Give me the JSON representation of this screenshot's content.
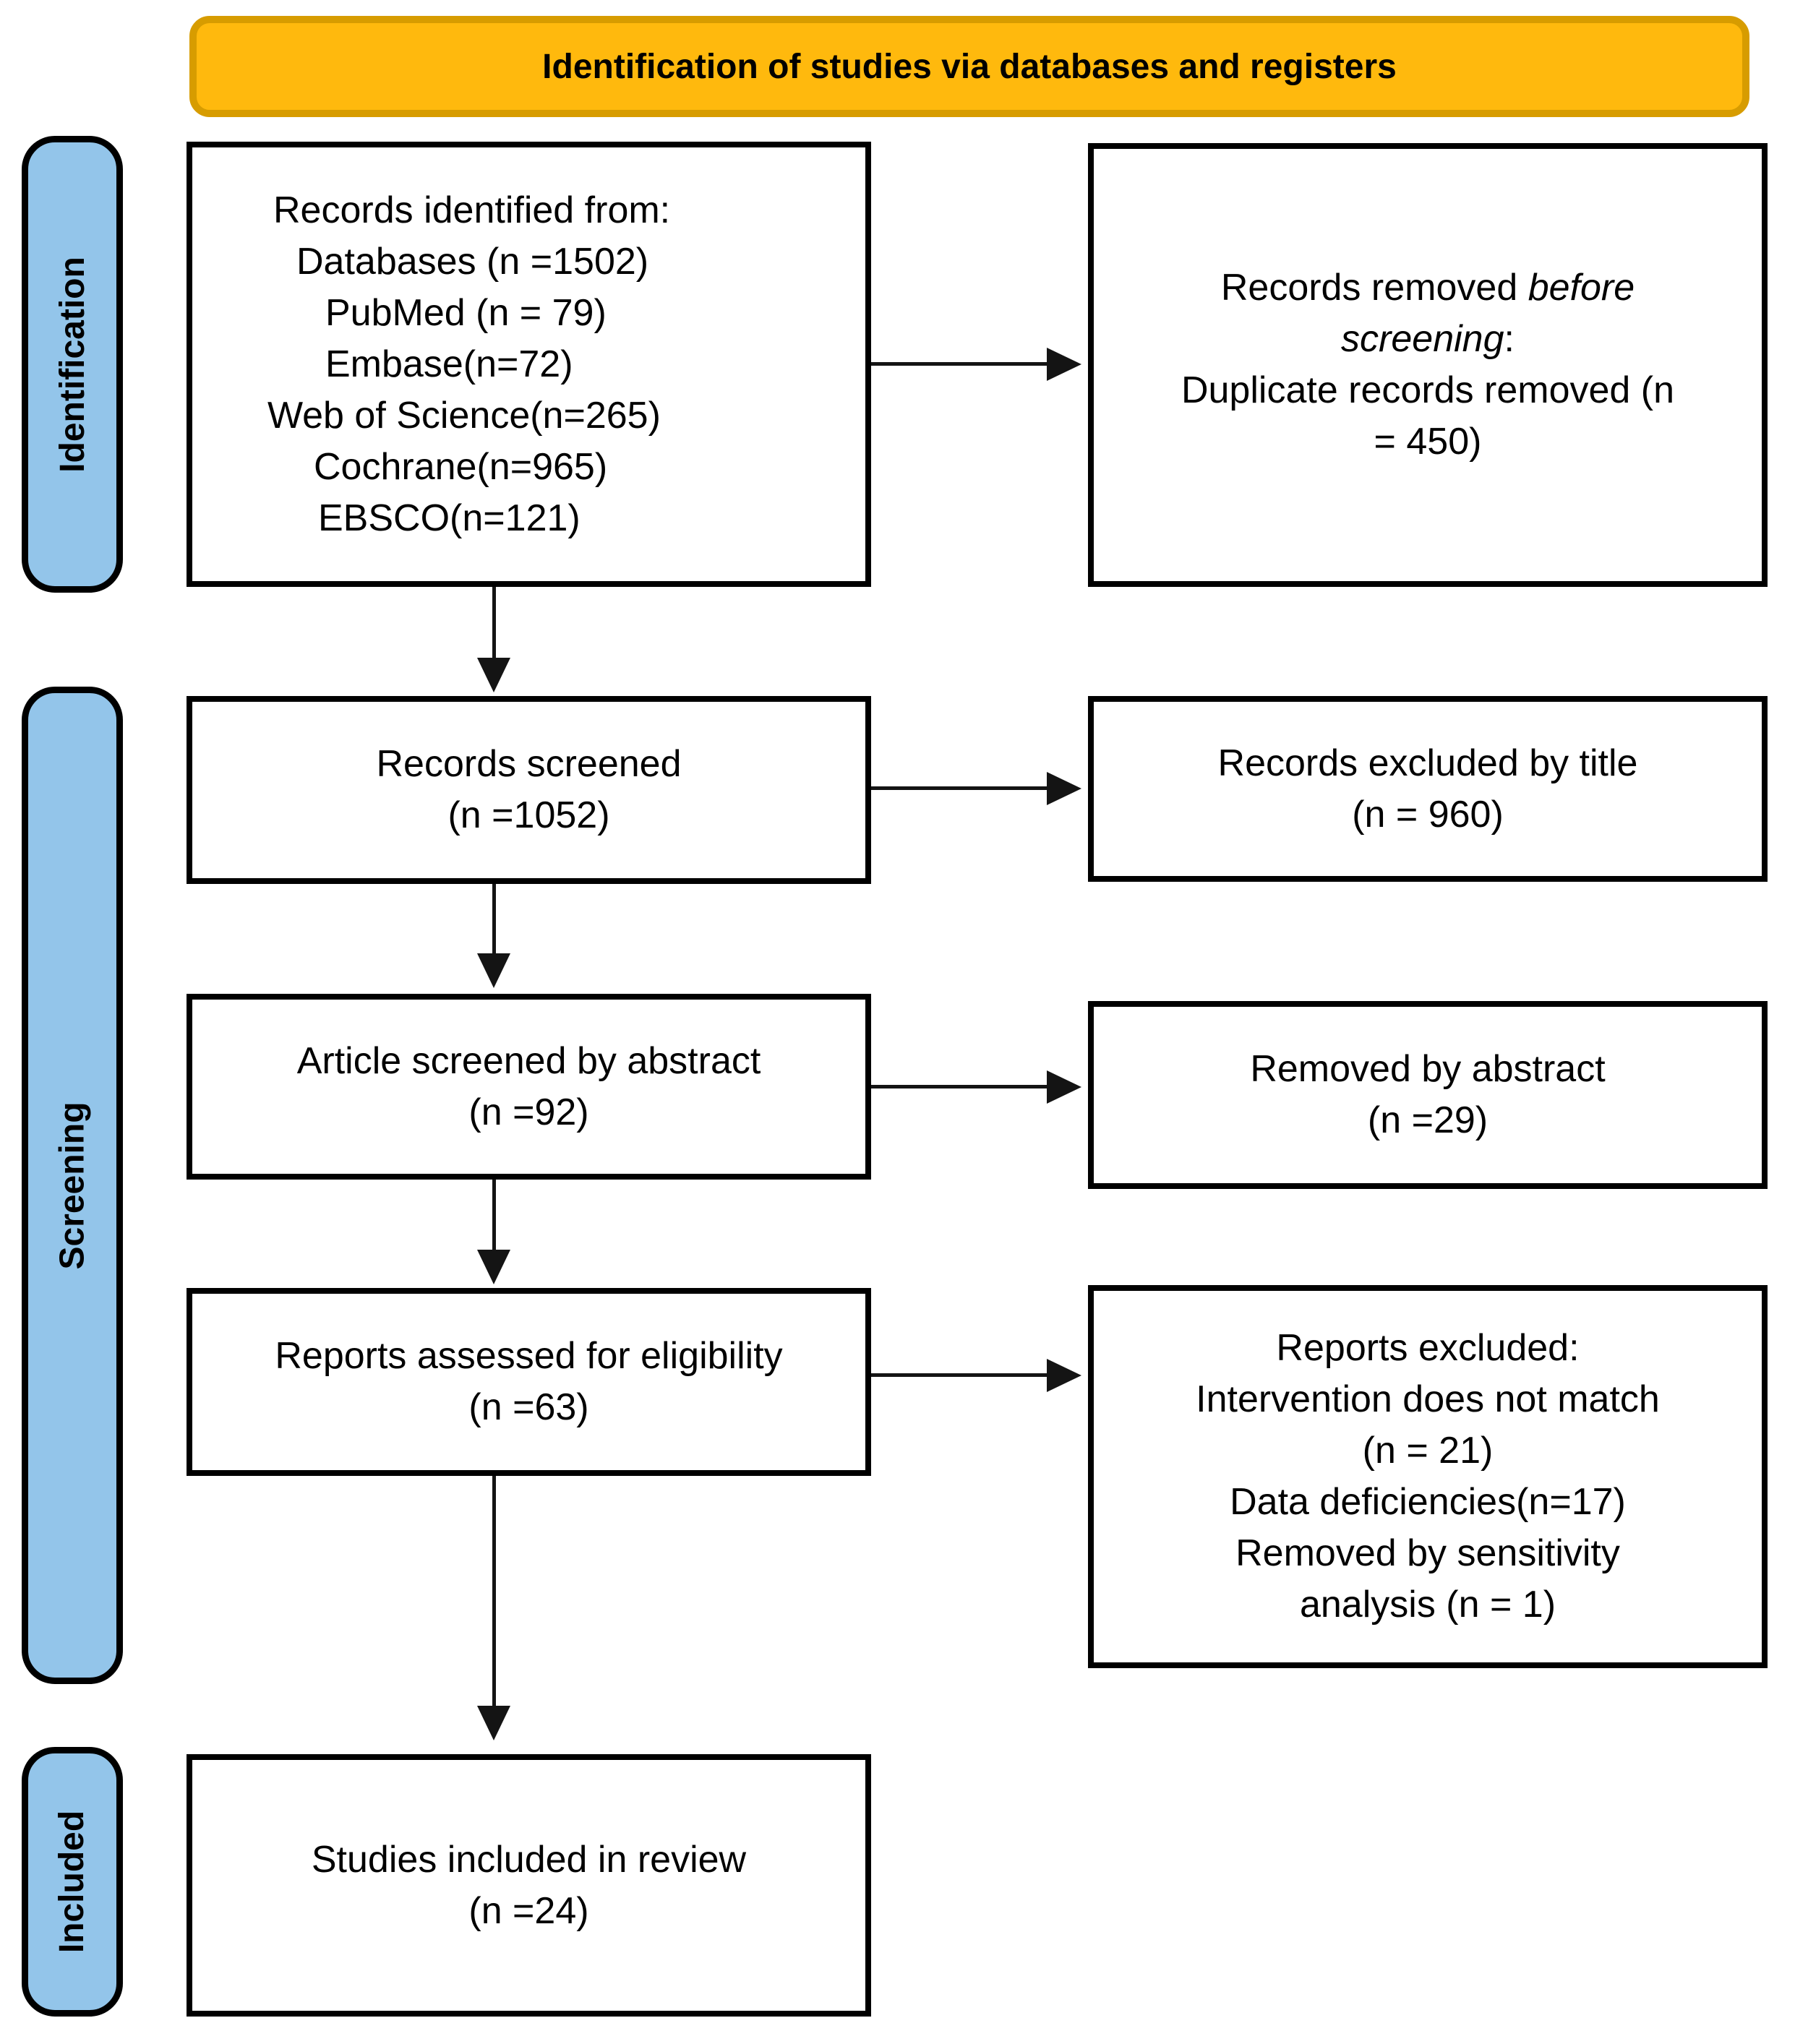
{
  "banner": {
    "title": "Identification of studies via databases and registers"
  },
  "stages": {
    "identification": "Identification",
    "screening": "Screening",
    "included": "Included"
  },
  "colors": {
    "banner_fill": "#FFB90D",
    "banner_border": "#D79C00",
    "stage_tab_fill": "#93C5EA",
    "box_border": "#000000",
    "arrow": "#141414"
  },
  "boxes": {
    "records_identified": {
      "lines": [
        "Records identified from:",
        "Databases (n =1502)",
        "PubMed (n = 79)",
        "Embase(n=72)",
        "Web of Science(n=265)",
        "Cochrane(n=965)",
        "EBSCO(n=121)"
      ]
    },
    "records_removed": {
      "line1_normal": "Records removed ",
      "line1_italic": "before",
      "line2_italic": "screening",
      "line2_normal": ":",
      "line3": "Duplicate records removed (n",
      "line4": "= 450)"
    },
    "records_screened": {
      "line1": "Records screened",
      "line2": "(n =1052)"
    },
    "records_excluded_title": {
      "line1": "Records excluded by title",
      "line2": "(n = 960)"
    },
    "article_screened": {
      "line1": "Article screened by abstract",
      "line2": "(n =92)"
    },
    "removed_by_abstract": {
      "line1": "Removed by abstract",
      "line2": "(n =29)"
    },
    "reports_assessed": {
      "line1": "Reports assessed for eligibility",
      "line2": "(n =63)"
    },
    "reports_excluded": {
      "lines": [
        "Reports excluded:",
        "Intervention does not match",
        "(n = 21)",
        "Data deficiencies(n=17)",
        "Removed by sensitivity",
        "analysis (n = 1)"
      ]
    },
    "studies_included": {
      "line1": "Studies included in review",
      "line2": "(n =24)"
    }
  }
}
